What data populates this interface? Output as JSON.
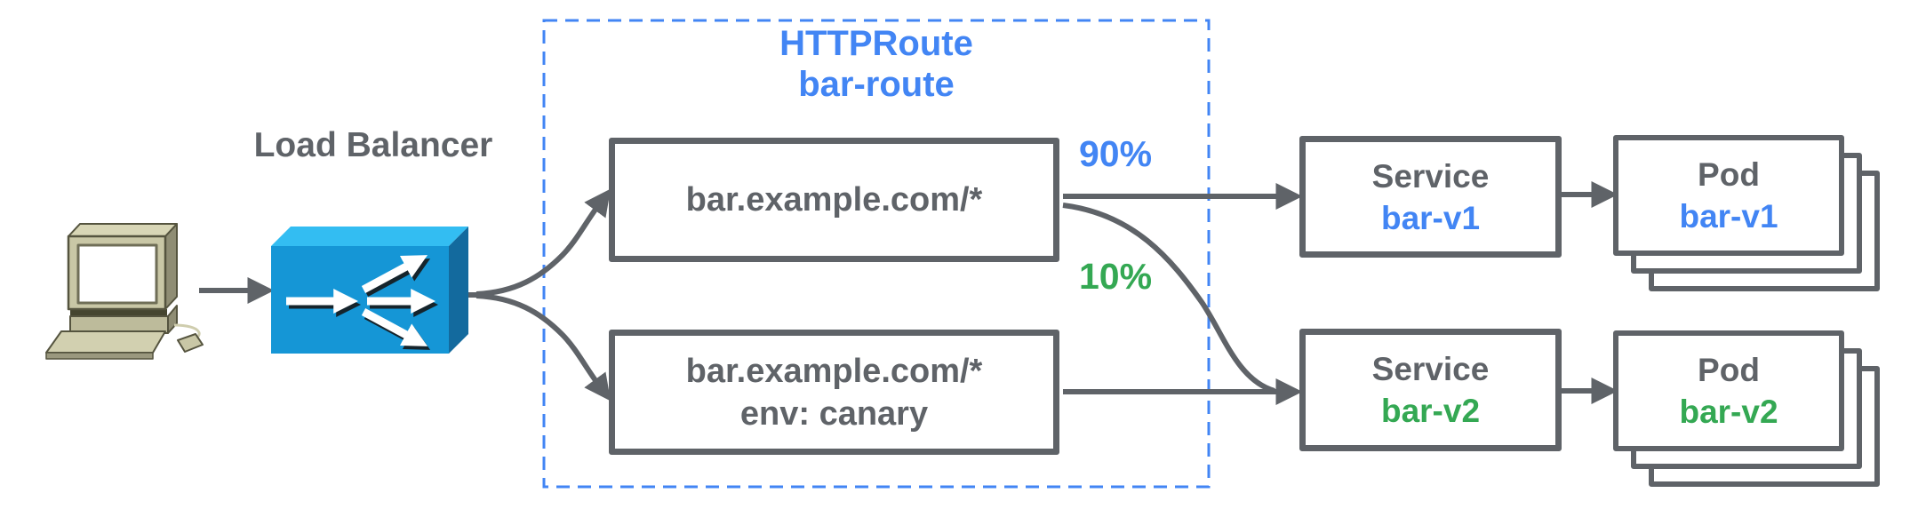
{
  "colors": {
    "gray": "#5f6368",
    "blue": "#4285f4",
    "green": "#34a853",
    "lb_front": "#1596d6",
    "lb_top": "#33bdf2",
    "lb_side": "#136a9e"
  },
  "icons": {
    "client": "desktop-computer-icon",
    "load_balancer": "load-balancer-icon"
  },
  "load_balancer": {
    "label": "Load Balancer"
  },
  "httproute": {
    "kind": "HTTPRoute",
    "name": "bar-route",
    "rules": [
      {
        "match": "bar.example.com/*"
      },
      {
        "match": "bar.example.com/*",
        "header": "env: canary"
      }
    ]
  },
  "weights": {
    "primary": "90%",
    "canary": "10%"
  },
  "services": [
    {
      "kind": "Service",
      "name": "bar-v1"
    },
    {
      "kind": "Service",
      "name": "bar-v2"
    }
  ],
  "pods": [
    {
      "kind": "Pod",
      "name": "bar-v1"
    },
    {
      "kind": "Pod",
      "name": "bar-v2"
    }
  ]
}
